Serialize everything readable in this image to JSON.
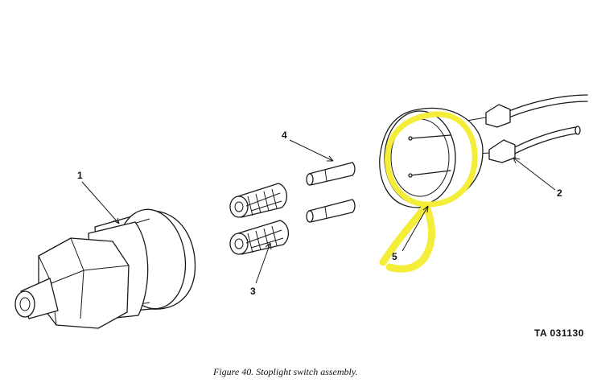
{
  "figure": {
    "caption": "Figure 40. Stoplight switch assembly.",
    "ta_number": "TA 031130",
    "callouts": {
      "c1": "1",
      "c2": "2",
      "c3": "3",
      "c4": "4",
      "c5": "5"
    },
    "highlight_color": "#f4ee3a"
  }
}
